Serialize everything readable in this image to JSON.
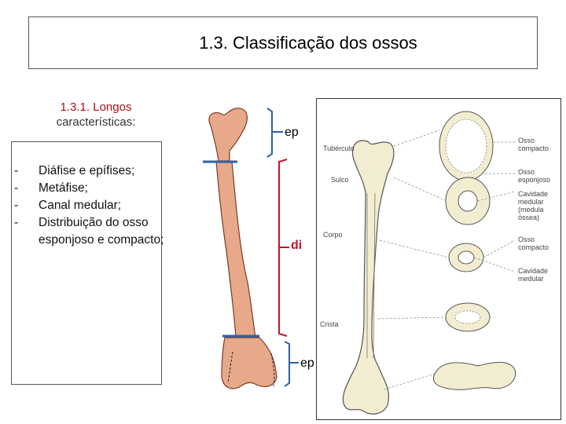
{
  "title": "1.3. Classificação dos ossos",
  "subtitle": {
    "line1": "1.3.1. Longos",
    "line2": "características:"
  },
  "list": [
    {
      "dash": "-",
      "text": "Diáfise e epífises;"
    },
    {
      "dash": "-",
      "text": "Metáfise;"
    },
    {
      "dash": "-",
      "text": "Canal medular;"
    },
    {
      "dash": "-",
      "text": "Distribuição do osso esponjoso e compacto;"
    }
  ],
  "bone_labels": {
    "top": "ep",
    "middle": "di",
    "bottom": "ep"
  },
  "illustration_labels": {
    "tuberculo": "Tubérculo",
    "sulco": "Sulco",
    "corpo": "Corpo",
    "crista": "Crista",
    "osso_compacto_1": "Osso compacto",
    "osso_esponjoso": "Osso esponjoso",
    "cavidade_medular_1": "Cavidade medular (medula óssea)",
    "osso_compacto_2": "Osso compacto",
    "cavidade_medular_2": "Cavidade medular"
  },
  "colors": {
    "red": "#c8102e",
    "blue_line": "#2f5fa8",
    "bone": "#e7a98a"
  }
}
